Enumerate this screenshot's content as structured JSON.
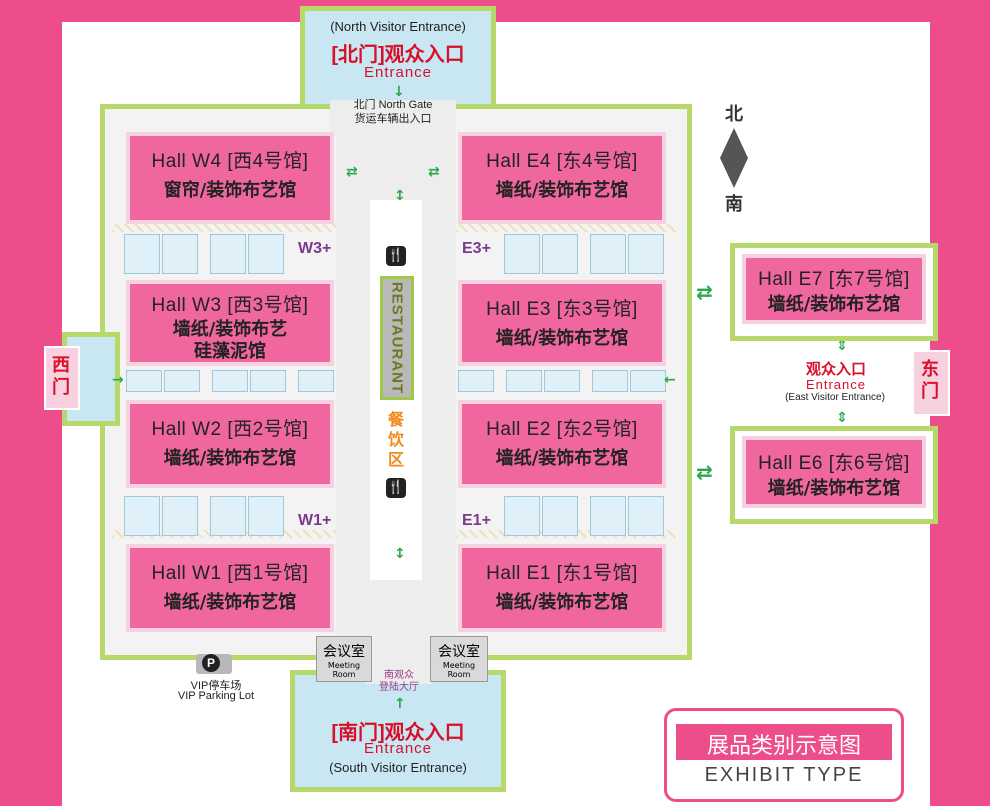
{
  "north": {
    "visitor_entrance_en": "(North Visitor Entrance)",
    "visitor_entrance_cn": "[北门]观众入口",
    "entrance": "Entrance",
    "gate": "北门 North Gate",
    "cargo": "货运车辆出入口"
  },
  "south": {
    "visitor_entrance_cn": "[南门]观众入口",
    "entrance": "Entrance",
    "visitor_entrance_en": "(South Visitor Entrance)",
    "lobby": "南观众\n登陆大厅"
  },
  "east": {
    "gate": "东门",
    "visitor_cn": "观众入口",
    "entrance": "Entrance",
    "visitor_en": "(East Visitor Entrance)"
  },
  "west": {
    "gate": "西门"
  },
  "compass": {
    "north": "北",
    "south": "南"
  },
  "halls": [
    {
      "id": "W4",
      "name": "Hall W4 [西4号馆]",
      "type": "窗帘/装饰布艺馆"
    },
    {
      "id": "W3",
      "name": "Hall W3 [西3号馆]",
      "type": "墙纸/装饰布艺\n硅藻泥馆"
    },
    {
      "id": "W2",
      "name": "Hall W2 [西2号馆]",
      "type": "墙纸/装饰布艺馆"
    },
    {
      "id": "W1",
      "name": "Hall W1 [西1号馆]",
      "type": "墙纸/装饰布艺馆"
    },
    {
      "id": "E4",
      "name": "Hall E4 [东4号馆]",
      "type": "墙纸/装饰布艺馆"
    },
    {
      "id": "E3",
      "name": "Hall E3 [东3号馆]",
      "type": "墙纸/装饰布艺馆"
    },
    {
      "id": "E2",
      "name": "Hall E2 [东2号馆]",
      "type": "墙纸/装饰布艺馆"
    },
    {
      "id": "E1",
      "name": "Hall E1 [东1号馆]",
      "type": "墙纸/装饰布艺馆"
    },
    {
      "id": "E7",
      "name": "Hall E7 [东7号馆]",
      "type": "墙纸/装饰布艺馆"
    },
    {
      "id": "E6",
      "name": "Hall E6 [东6号馆]",
      "type": "墙纸/装饰布艺馆"
    }
  ],
  "plus_labels": {
    "w3": "W3+",
    "e3": "E3+",
    "w1": "W1+",
    "e1": "E1+"
  },
  "restaurant": {
    "en": "RESTAURANT",
    "cn": "餐饮区"
  },
  "meeting": {
    "cn": "会议室",
    "en": "Meeting Room"
  },
  "parking": {
    "badge": "P",
    "cn": "VIP停车场",
    "en": "VIP Parking Lot"
  },
  "legend": {
    "cn": "展品类别示意图",
    "en": "EXHIBIT TYPE"
  },
  "colors": {
    "background": "#ee4d8c",
    "hall": "#f0679f",
    "border_green": "#b7d96a",
    "entrance_blue": "#c9e6f3",
    "red_text": "#d8102a"
  }
}
